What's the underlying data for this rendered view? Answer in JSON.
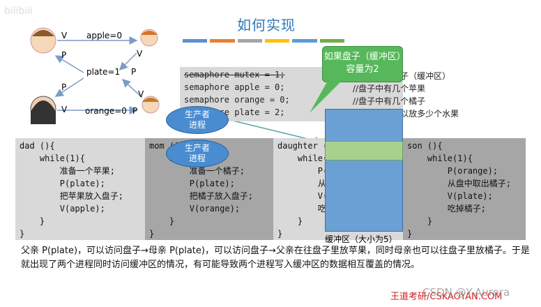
{
  "slide": {
    "title": "如何实现",
    "title_bar_colors": [
      "#5b8fd6",
      "#ed7d31",
      "#a5a5a5",
      "#ffc000",
      "#5b9bd5",
      "#70ad47"
    ],
    "logo_text": "bilibili"
  },
  "diagram": {
    "edge_apple": "apple=0",
    "edge_plate": "plate=1",
    "edge_orange": "orange=0",
    "v1": "V",
    "v2": "V",
    "v3": "V",
    "v4": "V",
    "p1": "P",
    "p2": "P",
    "p3": "P",
    "p4": "P"
  },
  "semaphores": {
    "lines": [
      "semaphore mutex = 1;",
      "semaphore apple = 0;",
      "semaphore orange = 0;",
      "semaphore plate = 2;"
    ],
    "comments": [
      "//互斥访问盘子（缓冲区）",
      "//盘子中有几个苹果",
      "//盘子中有几个橘子",
      "//盘子中还可以放多少个水果"
    ]
  },
  "callout": {
    "text": "如果盘子（缓冲区）容量为2"
  },
  "producers": [
    {
      "label": "生产者\n进程"
    },
    {
      "label": "生产者\n进程"
    }
  ],
  "panels": {
    "dad": "dad (){\n    while(1){\n        准备一个苹果;\n        P(plate);\n        把苹果放入盘子;\n        V(apple);\n    }\n}",
    "mom": "mom (){\n    while(1){\n        准备一个橘子;\n        P(plate);\n        把橘子放入盘子;\n        V(orange);\n    }\n}",
    "daughter": "daughter (){\n    while(1){\n        P(apple);\n        从盘中取出苹果;\n        V(plate);\n        吃掉苹果;\n    }\n}",
    "son": "son (){\n    while(1){\n        P(orange);\n        从盘中取出橘子;\n        V(plate);\n        吃掉橘子;\n    }\n}"
  },
  "buffer": {
    "caption": "缓冲区（大小为5）"
  },
  "explanation": "父亲 P(plate)，可以访问盘子→母亲 P(plate)，可以访问盘子→父亲在往盘子里放苹果，同时母亲也可以往盘子里放橘子。于是就出现了两个进程同时访问缓冲区的情况，有可能导致两个进程写入缓冲区的数据相互覆盖的情况。",
  "watermark": {
    "left": "王道考研/CSKAOYAN.COM",
    "right": "CSDN @Y-Aurora"
  }
}
